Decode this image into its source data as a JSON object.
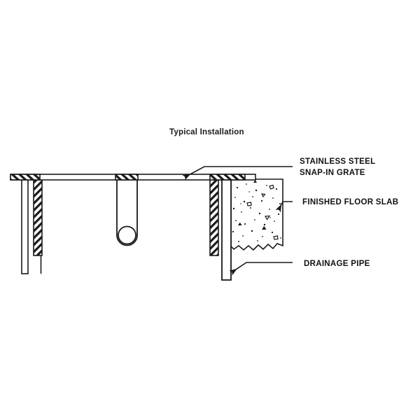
{
  "drawing": {
    "title": "Typical Installation",
    "background_color": "#ffffff",
    "line_color": "#1a1a1a",
    "text_color": "#111111",
    "callouts": [
      {
        "id": "grate",
        "lines": [
          "STAINLESS STEEL",
          "SNAP-IN GRATE"
        ],
        "line1": "STAINLESS STEEL",
        "line2": "SNAP-IN GRATE"
      },
      {
        "id": "slab",
        "lines": [
          "FINISHED FLOOR SLAB"
        ],
        "line1": "FINISHED FLOOR SLAB"
      },
      {
        "id": "pipe",
        "lines": [
          "DRAINAGE PIPE"
        ],
        "line1": "DRAINAGE PIPE"
      }
    ],
    "components": [
      {
        "name": "stainless-steel-snap-in-grate",
        "description": "horizontal grate bar spanning trench top"
      },
      {
        "name": "finished-floor-slab",
        "description": "concrete slab with aggregate hatch and broken bottom edge"
      },
      {
        "name": "drainage-pipe",
        "description": "vertical pipe with rounded trap end"
      },
      {
        "name": "trench-body-left",
        "description": "left hatched trench wall"
      },
      {
        "name": "trench-body-right",
        "description": "right hatched trench wall"
      }
    ]
  }
}
